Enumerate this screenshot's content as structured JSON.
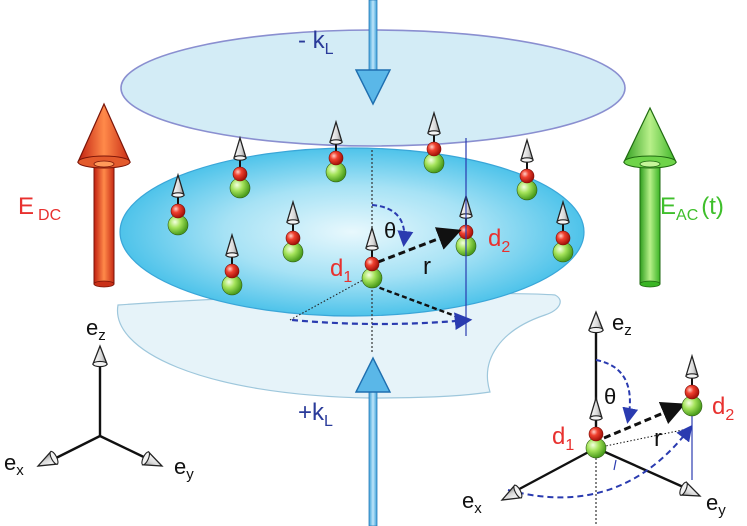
{
  "labels": {
    "k_minus": "- k",
    "k_minus_sub": "L",
    "k_plus": "+k",
    "k_plus_sub": "L",
    "e_dc": "E",
    "e_dc_sub": "DC",
    "e_ac": "E",
    "e_ac_sub": "AC",
    "e_ac_arg": "(t)",
    "d1": "d",
    "d1_sub": "1",
    "d2": "d",
    "d2_sub": "2",
    "r": "r",
    "theta": "θ",
    "inset_d1": "d",
    "inset_d1_sub": "1",
    "inset_d2": "d",
    "inset_d2_sub": "2",
    "inset_r": "r",
    "inset_theta": "θ",
    "ez": "e",
    "ez_sub": "z",
    "ex": "e",
    "ex_sub": "x",
    "ey": "e",
    "ey_sub": "y",
    "inset_ez": "e",
    "inset_ez_sub": "z",
    "inset_ex": "e",
    "inset_ex_sub": "x",
    "inset_ey": "e",
    "inset_ey_sub": "y"
  },
  "colors": {
    "red_label": "#e8312f",
    "green_label": "#3fbf2b",
    "blue_label": "#2a3b9a",
    "dc_arrow": "#e23a23",
    "ac_arrow": "#4cc42a",
    "laser_beam": "#5ab7e8",
    "disk": "#7fd4ef",
    "top_ellipse": "#cbe9f4"
  },
  "icons": {
    "dipole": "dipole-icon",
    "axis_cone": "axis-cone-icon"
  }
}
